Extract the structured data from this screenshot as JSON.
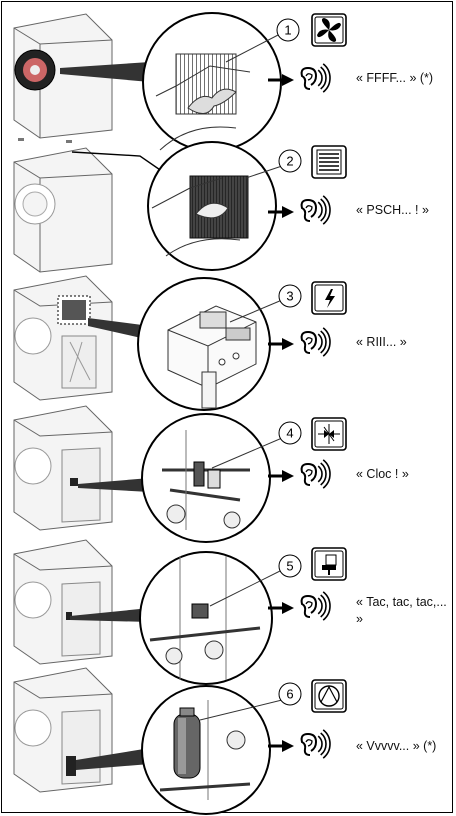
{
  "rows": [
    {
      "number": "1",
      "component": "fan",
      "icon": "fan-icon",
      "sound": "« FFFF... » (*)"
    },
    {
      "number": "2",
      "component": "evaporator",
      "icon": "evaporator-grille-icon",
      "sound": "« PSCH... ! »"
    },
    {
      "number": "3",
      "component": "electrical-box",
      "icon": "lightning-icon",
      "sound": "« RIII... »"
    },
    {
      "number": "4",
      "component": "expansion-valve",
      "icon": "expansion-valve-icon",
      "sound": "« Cloc ! »"
    },
    {
      "number": "5",
      "component": "four-way-valve",
      "icon": "valve-icon",
      "sound": "« Tac, tac, tac,... »"
    },
    {
      "number": "6",
      "component": "compressor",
      "icon": "compressor-icon",
      "sound": "« Vvvvv... » (*)"
    }
  ]
}
